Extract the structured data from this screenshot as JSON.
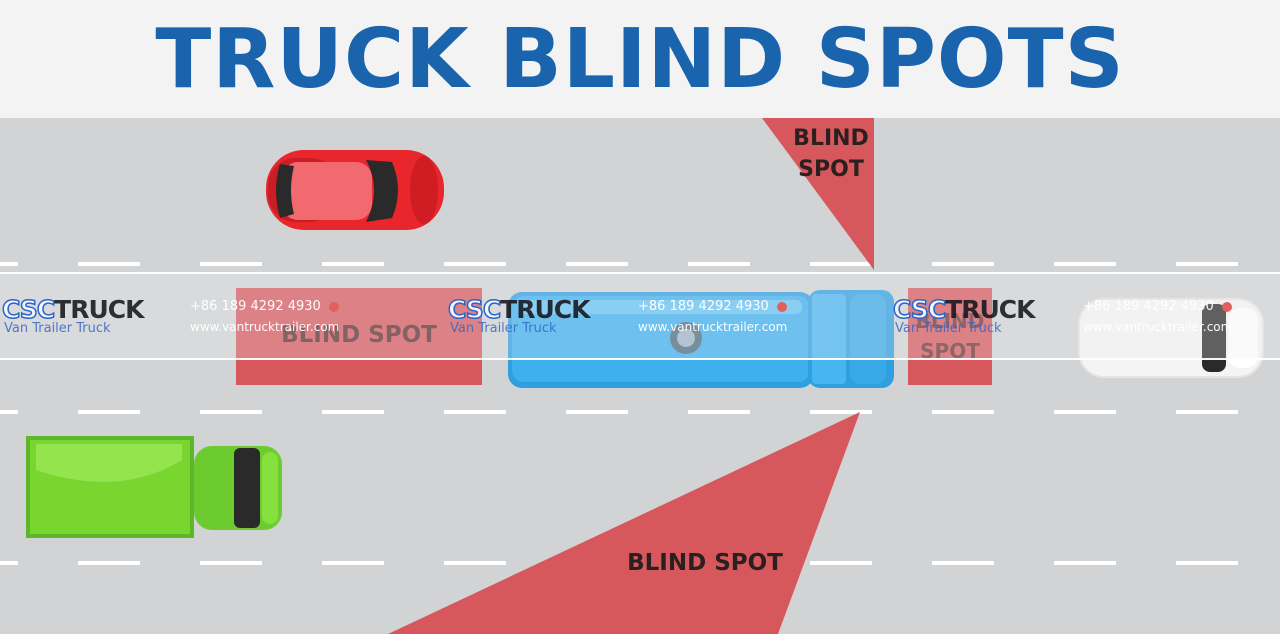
{
  "title": "TRUCK BLIND SPOTS",
  "labels": {
    "top_line1": "BLIND",
    "top_line2": "SPOT",
    "rear": "BLIND SPOT",
    "front_line1": "BLIND",
    "front_line2": "SPOT",
    "bottom": "BLIND SPOT"
  },
  "watermark": {
    "logo_csc": "CSC",
    "logo_truck": "TRUCK",
    "subtitle": "Van Trailer Truck",
    "phone": "+86 189 4292 4930",
    "url": "www.vantrucktrailer.com"
  },
  "colors": {
    "title": "#1a63ad",
    "blind_spot": "#d6585c",
    "road": "#d2d3d5",
    "tanker": "#3aa9e8",
    "red_car": "#e8262c",
    "green_truck": "#6fd428",
    "white_car": "#f4f4f4"
  }
}
